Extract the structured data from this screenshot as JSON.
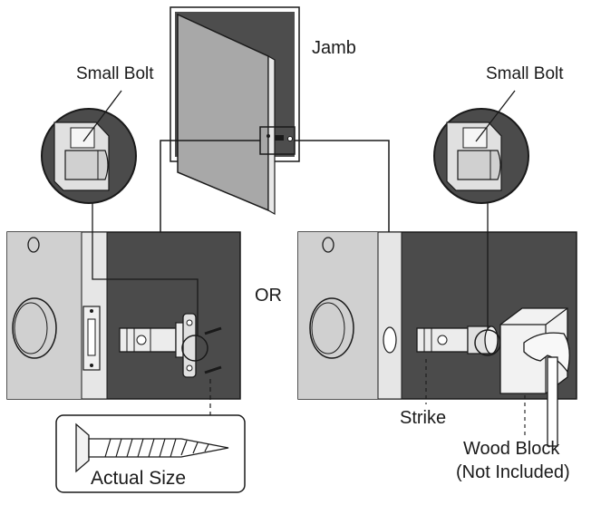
{
  "labels": {
    "jamb": "Jamb",
    "small_bolt_left": "Small Bolt",
    "small_bolt_right": "Small Bolt",
    "or": "OR",
    "strike": "Strike",
    "wood_block": "Wood Block",
    "not_included": "(Not Included)",
    "actual_size": "Actual Size"
  },
  "colors": {
    "frame_dark": "#4b4b4b",
    "door_light": "#cfcfcf",
    "door_face": "#a9a9a9",
    "door_edge": "#e6e6e6",
    "jamb_dark": "#555555",
    "line": "#1a1a1a",
    "metal_light": "#ececec"
  },
  "icons": {
    "left_detail": "small-bolt-zoom-icon",
    "right_detail": "small-bolt-zoom-icon",
    "screw": "wood-screw-icon",
    "hammer": "hammer-icon"
  }
}
